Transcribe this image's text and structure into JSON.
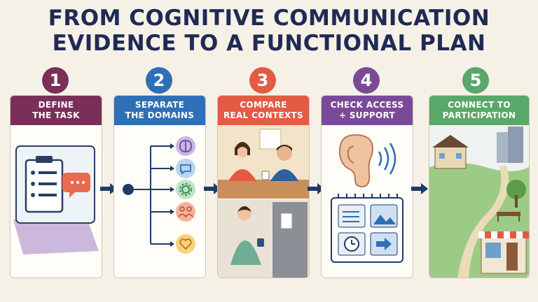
{
  "title": {
    "line1": "FROM COGNITIVE COMMUNICATION",
    "line2": "EVIDENCE TO A FUNCTIONAL PLAN"
  },
  "steps": [
    {
      "number": "1",
      "line1": "DEFINE",
      "line2": "THE TASK",
      "color": "#7a2f58",
      "icons": [
        "clipboard-checklist-icon",
        "speech-bubble-icon"
      ]
    },
    {
      "number": "2",
      "line1": "SEPARATE",
      "line2": "THE DOMAINS",
      "color": "#2f6fb5",
      "icons": [
        "brain-icon",
        "chat-bubble-icon",
        "gear-icon",
        "people-icon",
        "heart-icon"
      ]
    },
    {
      "number": "3",
      "line1": "COMPARE",
      "line2": "REAL CONTEXTS",
      "color": "#e35a45",
      "icons": [
        "conversation-scene-icon",
        "kitchen-scene-icon"
      ]
    },
    {
      "number": "4",
      "line1": "CHECK ACCESS",
      "line2": "+ SUPPORT",
      "color": "#7a4a99",
      "icons": [
        "ear-icon",
        "visual-schedule-icon"
      ]
    },
    {
      "number": "5",
      "line1": "CONNECT TO",
      "line2": "PARTICIPATION",
      "color": "#5aa76a",
      "icons": [
        "community-path-icon"
      ]
    }
  ],
  "colors": {
    "background": "#f6f1e7",
    "title": "#1f2a55",
    "arrow": "#1f3a66"
  }
}
